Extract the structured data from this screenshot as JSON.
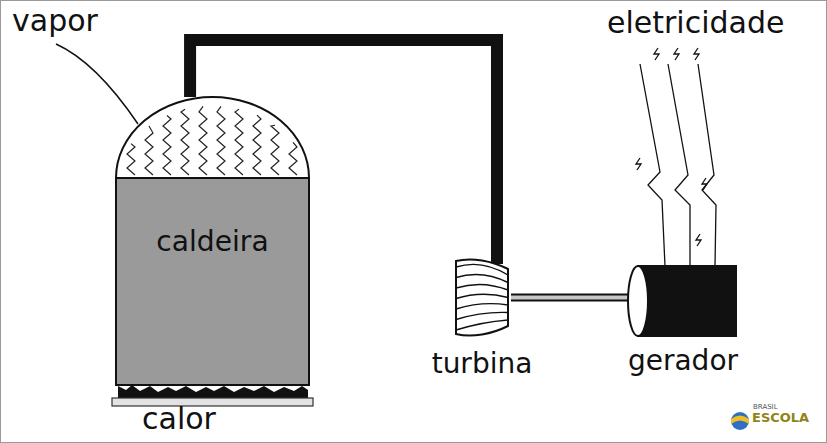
{
  "diagram": {
    "nodes": [
      {
        "text": [
          "caldeira"
        ]
      },
      {
        "text": [
          "turbina"
        ]
      },
      {
        "text": [
          "gerador"
        ]
      }
    ],
    "edges": [
      {
        "from": 0,
        "to": 1,
        "arrow": "none"
      },
      {
        "from": 1,
        "to": 2,
        "arrow": "none"
      }
    ],
    "labels": [
      "vapor",
      "calor",
      "eletricidade",
      "BRASIL",
      "ESCOLA"
    ]
  }
}
